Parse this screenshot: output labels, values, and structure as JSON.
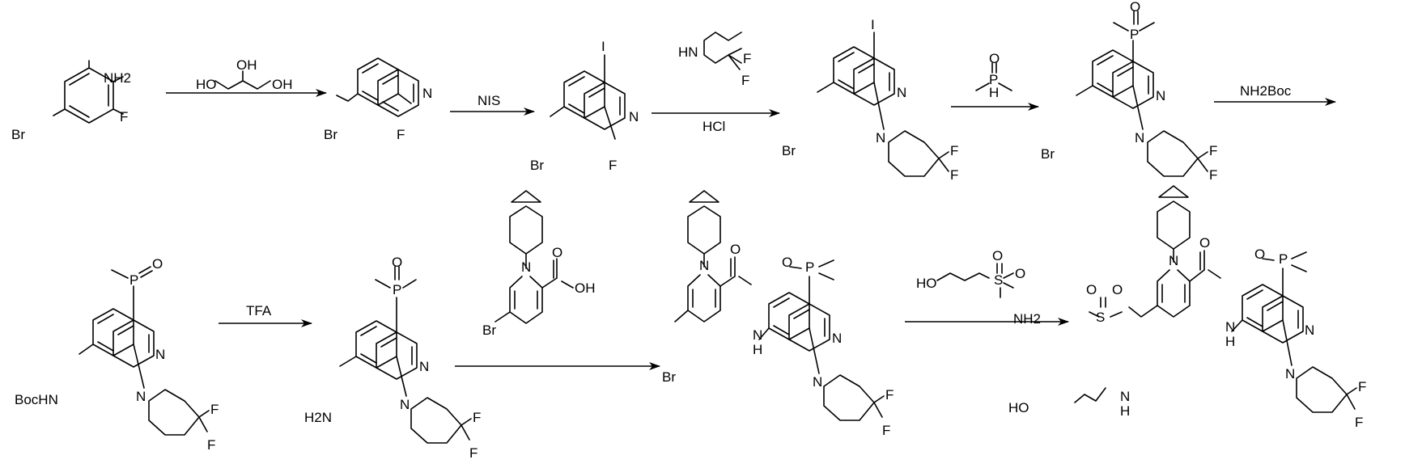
{
  "row1": {
    "sm1": {
      "nh2": "NH2",
      "br": "Br",
      "f": "F"
    },
    "arrow1": {
      "reagent_ho_left": "HO",
      "reagent_oh_top": "OH",
      "reagent_oh_right": "OH"
    },
    "p1": {
      "n": "N",
      "br": "Br",
      "f": "F"
    },
    "arrow2": {
      "reagent": "NIS"
    },
    "p2": {
      "i": "I",
      "n": "N",
      "br": "Br",
      "f": "F"
    },
    "arrow3": {
      "hn": "HN",
      "f1": "F",
      "f2": "F",
      "hcl": "HCl"
    },
    "p3": {
      "i": "I",
      "n": "N",
      "br": "Br",
      "pip_n": "N",
      "f1": "F",
      "f2": "F"
    },
    "arrow4": {
      "p": "P",
      "o": "O",
      "h": "H"
    },
    "p4": {
      "p": "P",
      "o": "O",
      "n": "N",
      "br": "Br",
      "pip_n": "N",
      "f1": "F",
      "f2": "F"
    },
    "arrow5": {
      "reagent": "NH2Boc"
    }
  },
  "row2": {
    "p5": {
      "p": "P",
      "o": "O",
      "n": "N",
      "bochn": "BocHN",
      "pip_n": "N",
      "f1": "F",
      "f2": "F"
    },
    "arrow6": {
      "reagent": "TFA"
    },
    "p6": {
      "p": "P",
      "o": "O",
      "n": "N",
      "h2n": "H2N",
      "pip_n": "N",
      "f1": "F",
      "f2": "F"
    },
    "arrow7": {
      "n": "N",
      "br": "Br",
      "o": "O",
      "oh": "OH"
    },
    "p7": {
      "spiro_n": "N",
      "br": "Br",
      "o": "O",
      "nh": "N",
      "h": "H",
      "p": "P",
      "o2": "O",
      "qn": "N",
      "pip_n": "N",
      "f1": "F",
      "f2": "F"
    },
    "arrow8": {
      "ho": "HO",
      "s": "S",
      "o1": "O",
      "o2": "O",
      "nh2": "NH2"
    },
    "p8": {
      "spiro_n": "N",
      "ho": "HO",
      "s": "S",
      "o1": "O",
      "o2": "O",
      "sn": "N",
      "sh": "H",
      "o": "O",
      "nh": "N",
      "h": "H",
      "p": "P",
      "o2b": "O",
      "qn": "N",
      "pip_n": "N",
      "f1": "F",
      "f2": "F"
    }
  },
  "colors": {
    "ink": "#000000",
    "background": "#ffffff"
  }
}
